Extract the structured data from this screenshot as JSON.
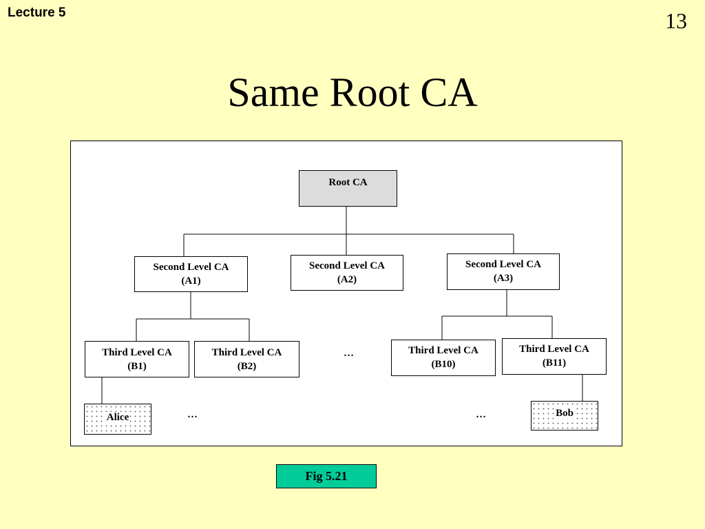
{
  "header": {
    "lecture_label": "Lecture 5",
    "slide_number": "13"
  },
  "title": "Same Root CA",
  "diagram": {
    "root": {
      "label": "Root CA"
    },
    "second_level": [
      {
        "line1": "Second Level CA",
        "line2": "(A1)"
      },
      {
        "line1": "Second Level CA",
        "line2": "(A2)"
      },
      {
        "line1": "Second Level CA",
        "line2": "(A3)"
      }
    ],
    "third_level": [
      {
        "line1": "Third Level CA",
        "line2": "(B1)"
      },
      {
        "line1": "Third Level CA",
        "line2": "(B2)"
      },
      {
        "line1": "Third Level CA",
        "line2": "(B10)"
      },
      {
        "line1": "Third Level CA",
        "line2": "(B11)"
      }
    ],
    "users": [
      {
        "label": "Alice"
      },
      {
        "label": "Bob"
      }
    ],
    "ellipsis": "…"
  },
  "caption": "Fig 5.21"
}
